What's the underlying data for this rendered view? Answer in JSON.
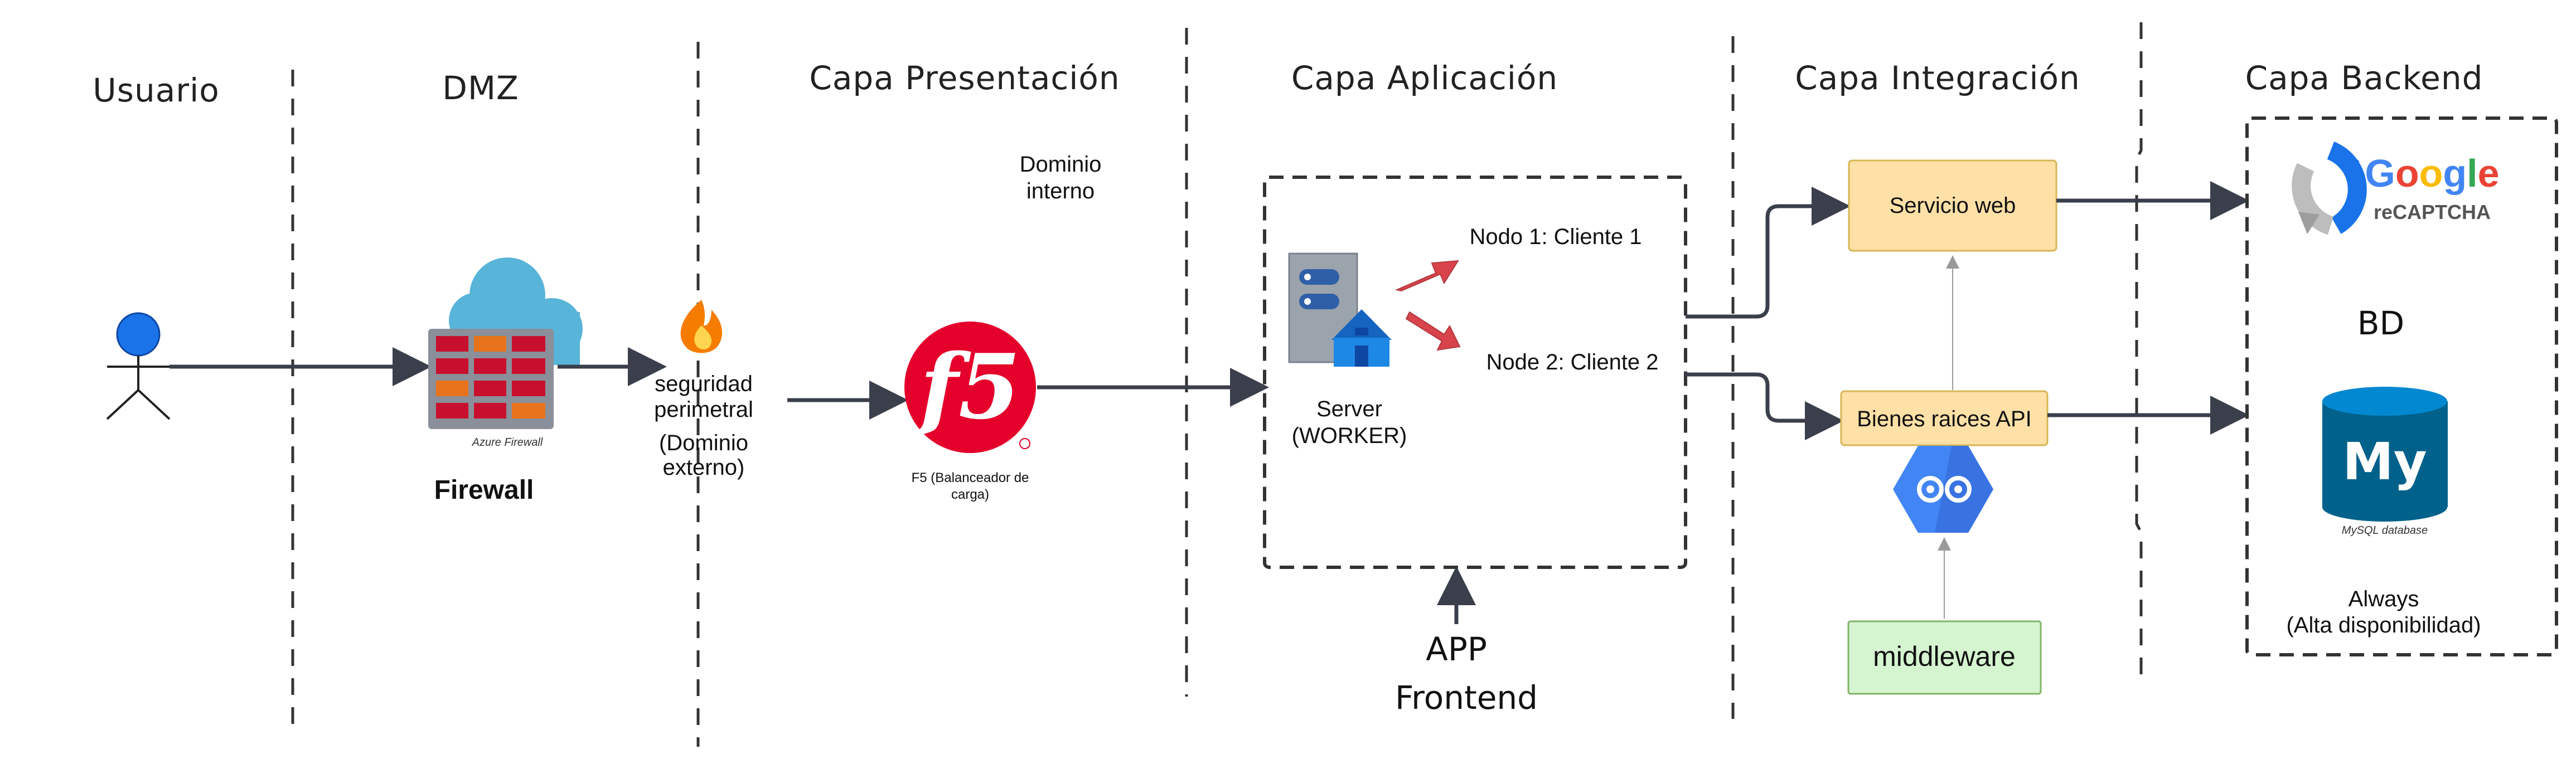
{
  "layers": {
    "usuario": "Usuario",
    "dmz": "DMZ",
    "presentacion": "Capa Presentación",
    "aplicacion": "Capa Aplicación",
    "integracion": "Capa Integración",
    "backend": "Capa Backend"
  },
  "firewall": {
    "caption": "Azure Firewall",
    "label": "Firewall"
  },
  "perimeter": {
    "line1": "seguridad",
    "line2": "perimetral",
    "line3": "(Dominio",
    "line4": "externo)"
  },
  "presentation": {
    "domain_line1": "Dominio",
    "domain_line2": "interno",
    "f5_logo": "f5",
    "f5_label_line1": "F5 (Balanceador de",
    "f5_label_line2": "carga)"
  },
  "application": {
    "node1": "Nodo 1: Cliente 1",
    "node2": "Node 2: Cliente 2",
    "server_line1": "Server",
    "server_line2": "(WORKER)",
    "app": "APP",
    "frontend": "Frontend"
  },
  "integration": {
    "web_service": "Servicio web",
    "api": "Bienes raices API",
    "middleware": "middleware"
  },
  "backend": {
    "recaptcha_brand": "Google",
    "recaptcha_product": "reCAPTCHA",
    "bd": "BD",
    "mysql_logo": "My",
    "mysql_caption": "MySQL database",
    "availability_line1": "Always",
    "availability_line2": "(Alta disponibilidad)"
  },
  "icons": [
    "user-icon",
    "firewall-icon",
    "cloud-icon",
    "fire-icon",
    "f5-logo",
    "server-icon",
    "worker-icon",
    "api-gateway-icon",
    "recaptcha-icon",
    "mysql-icon"
  ],
  "colors": {
    "user": "#1a73e8",
    "cloud": "#59b4d9",
    "brick_red": "#c8102e",
    "brick_orange": "#e8731c",
    "f5_red": "#e4002b",
    "box_orange": "#ffe0a6",
    "box_orange_border": "#d6b656",
    "box_green": "#d5f5d0",
    "box_green_border": "#82b366",
    "arrow_red": "#d9434b",
    "mysql_blue": "#00618a",
    "gcp_blue": "#4285f4"
  }
}
